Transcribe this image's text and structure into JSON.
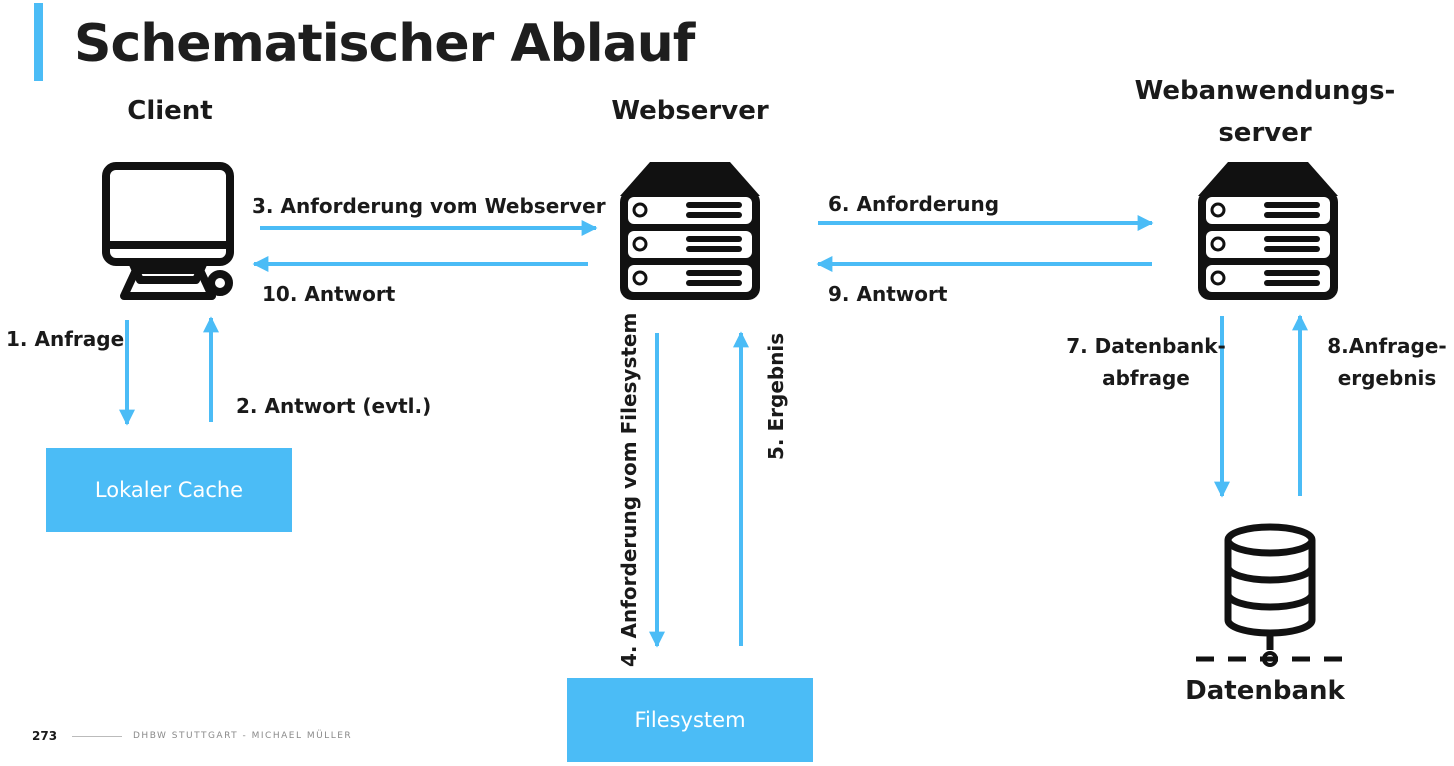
{
  "title": "Schematischer Ablauf",
  "nodes": {
    "client": "Client",
    "webserver": "Webserver",
    "appserver_line1": "Webanwendungs-",
    "appserver_line2": "server",
    "database": "Datenbank",
    "cache": "Lokaler Cache",
    "filesystem": "Filesystem"
  },
  "steps": {
    "s1": "1. Anfrage",
    "s2": "2. Antwort (evtl.)",
    "s3": "3. Anforderung vom Webserver",
    "s4": "4. Anforderung vom Filesystem",
    "s5": "5. Ergebnis",
    "s6": "6. Anforderung",
    "s7_line1": "7. Datenbank-",
    "s7_line2": "abfrage",
    "s8_line1": "8.Anfrage-",
    "s8_line2": "ergebnis",
    "s9": "9. Antwort",
    "s10": "10. Antwort"
  },
  "footer": {
    "page_number": "273",
    "text": "DHBW STUTTGART - MICHAEL MÜLLER"
  },
  "colors": {
    "accent": "#4bbcf6",
    "icon": "#111111",
    "text": "#1a1a1a"
  }
}
